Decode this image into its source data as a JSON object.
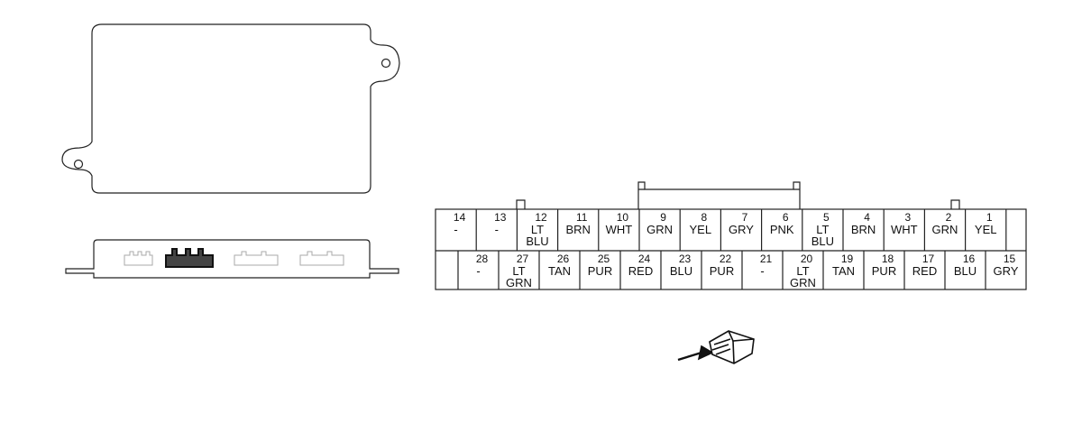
{
  "connector": {
    "pins_top": [
      {
        "num": "14",
        "color": "-",
        "color2": ""
      },
      {
        "num": "13",
        "color": "-",
        "color2": ""
      },
      {
        "num": "12",
        "color": "LT",
        "color2": "BLU"
      },
      {
        "num": "11",
        "color": "BRN",
        "color2": ""
      },
      {
        "num": "10",
        "color": "WHT",
        "color2": ""
      },
      {
        "num": "9",
        "color": "GRN",
        "color2": ""
      },
      {
        "num": "8",
        "color": "YEL",
        "color2": ""
      },
      {
        "num": "7",
        "color": "GRY",
        "color2": ""
      },
      {
        "num": "6",
        "color": "PNK",
        "color2": ""
      },
      {
        "num": "5",
        "color": "LT",
        "color2": "BLU"
      },
      {
        "num": "4",
        "color": "BRN",
        "color2": ""
      },
      {
        "num": "3",
        "color": "WHT",
        "color2": ""
      },
      {
        "num": "2",
        "color": "GRN",
        "color2": ""
      },
      {
        "num": "1",
        "color": "YEL",
        "color2": ""
      }
    ],
    "pins_bottom": [
      {
        "num": "28",
        "color": "-",
        "color2": ""
      },
      {
        "num": "27",
        "color": "LT",
        "color2": "GRN"
      },
      {
        "num": "26",
        "color": "TAN",
        "color2": ""
      },
      {
        "num": "25",
        "color": "PUR",
        "color2": ""
      },
      {
        "num": "24",
        "color": "RED",
        "color2": ""
      },
      {
        "num": "23",
        "color": "BLU",
        "color2": ""
      },
      {
        "num": "22",
        "color": "PUR",
        "color2": ""
      },
      {
        "num": "21",
        "color": "-",
        "color2": ""
      },
      {
        "num": "20",
        "color": "LT",
        "color2": "GRN"
      },
      {
        "num": "19",
        "color": "TAN",
        "color2": ""
      },
      {
        "num": "18",
        "color": "PUR",
        "color2": ""
      },
      {
        "num": "17",
        "color": "RED",
        "color2": ""
      },
      {
        "num": "16",
        "color": "BLU",
        "color2": ""
      },
      {
        "num": "15",
        "color": "GRY",
        "color2": ""
      }
    ]
  }
}
